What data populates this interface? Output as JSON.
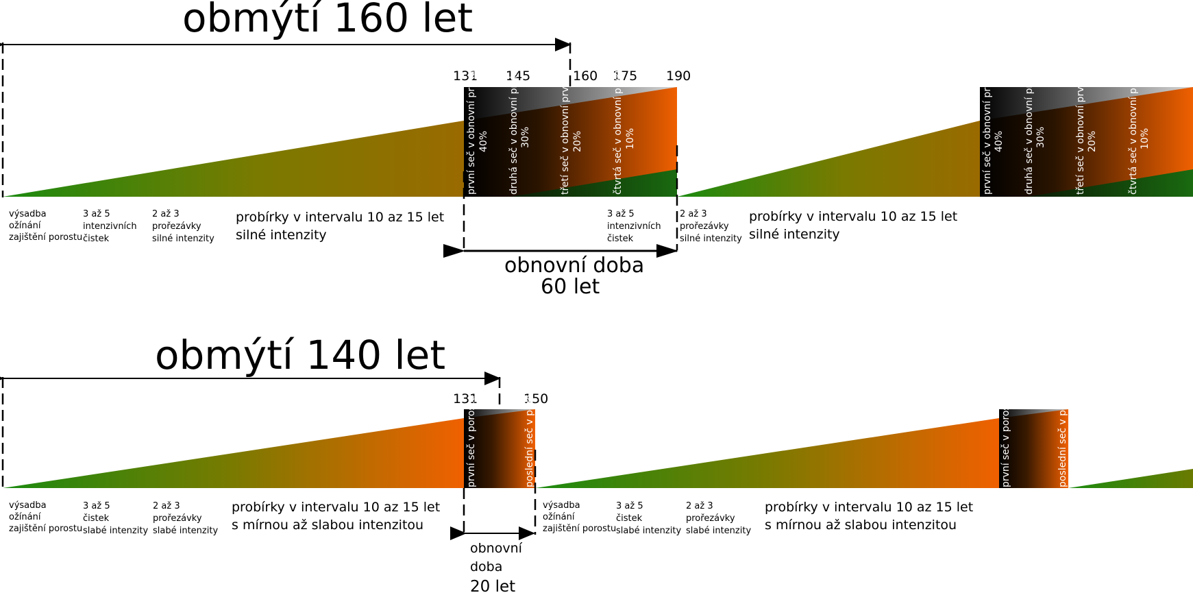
{
  "top": {
    "title": "obmýtí 160 let",
    "ticks": [
      "131",
      "145",
      "160",
      "175",
      "190"
    ],
    "cuts_a": [
      {
        "name": "první seč v obnovní prvku",
        "pct": "40%"
      },
      {
        "name": "druhá seč v obnovní prvku",
        "pct": "30%"
      },
      {
        "name": "třetí seč v obnovní prvku",
        "pct": "20%"
      },
      {
        "name": "čtvrtá seč v obnovní prvku",
        "pct": "10%"
      }
    ],
    "cuts_b": [
      {
        "name": "první seč v obnovní prvku",
        "pct": "40%"
      },
      {
        "name": "druhá seč v obnovní prvku",
        "pct": "30%"
      },
      {
        "name": "třetí seč v obnovní prvku",
        "pct": "20%"
      },
      {
        "name": "čtvrtá seč v obnovní prvku",
        "pct": "10%"
      }
    ],
    "labels": {
      "l1": [
        "výsadba",
        "ožínání",
        "zajištění porostu"
      ],
      "l2": [
        "3 až 5",
        "intenzivních",
        "čistek"
      ],
      "l3": [
        "2 až 3",
        "prořezávky",
        "silné intenzity"
      ],
      "l4": [
        "probírky v intervalu 10 az 15 let",
        "silné intenzity"
      ],
      "l5": [
        "3 až 5",
        "intenzivních",
        "čistek"
      ],
      "l6": [
        "2 až 3",
        "prořezávky",
        "silné intenzity"
      ],
      "l7": [
        "probírky v intervalu 10 az 15 let",
        "silné intenzity"
      ]
    },
    "renewal": [
      "obnovní doba",
      "60 let"
    ]
  },
  "bottom": {
    "title": "obmýtí 140 let",
    "ticks": [
      "131",
      "150"
    ],
    "cuts_a": [
      "první seč v porostu",
      "poslední seč v porostu"
    ],
    "cuts_b": [
      "první seč v porostu",
      "poslední seč v porostu"
    ],
    "labels": {
      "l1": [
        "výsadba",
        "ožínání",
        "zajištění porostu"
      ],
      "l2": [
        "3 až 5",
        "čistek",
        "slabé intenzity"
      ],
      "l3": [
        "2 až 3",
        "prořezávky",
        "slabé intenzity"
      ],
      "l4": [
        "probírky v intervalu 10 az 15 let",
        "s mírnou až slabou intenzitou"
      ],
      "l5": [
        "výsadba",
        "ožínání",
        "zajištění porostu"
      ],
      "l6": [
        "3 až 5",
        "čistek",
        "slabé intenzity"
      ],
      "l7": [
        "2 až 3",
        "prořezávky",
        "slabé intenzity"
      ],
      "l8": [
        "probírky v intervalu 10 az 15 let",
        "s mírnou až slabou intenzitou"
      ]
    },
    "renewal": [
      "obnovní",
      "doba",
      "20 let"
    ]
  },
  "colors": {
    "green": "#1a8a10",
    "olive": "#7a7a00",
    "orange": "#f06000",
    "dark_green": "#1a5a10",
    "black": "#000000",
    "light_gray": "#d8d8d8"
  }
}
